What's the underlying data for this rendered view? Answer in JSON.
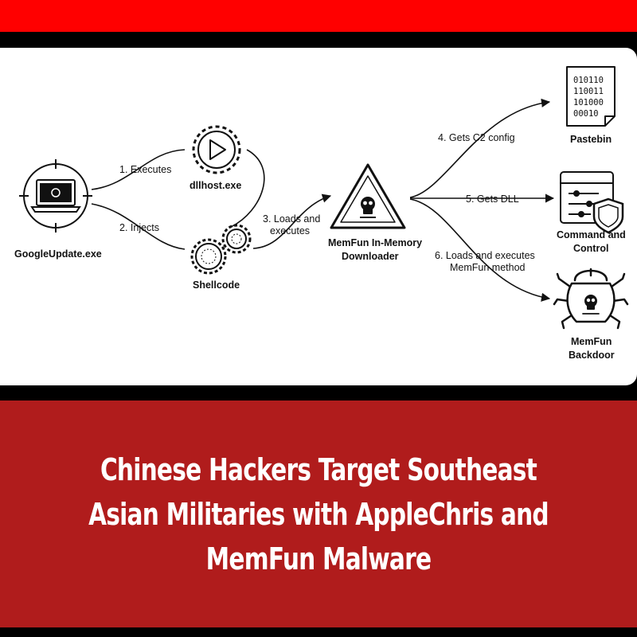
{
  "colors": {
    "top_bar": "#ff0000",
    "background": "#000000",
    "card": "#ffffff",
    "headline_panel": "#b01c1c",
    "headline_text": "#ffffff",
    "ink": "#111111"
  },
  "diagram": {
    "nodes": {
      "google_update": {
        "label": "GoogleUpdate.exe",
        "icon": "laptop-crosshair-icon"
      },
      "dllhost": {
        "label": "dllhost.exe",
        "icon": "gear-play-icon"
      },
      "shellcode": {
        "label": "Shellcode",
        "icon": "gears-icon"
      },
      "downloader": {
        "label_line1": "MemFun In-Memory",
        "label_line2": "Downloader",
        "icon": "warning-skull-icon"
      },
      "pastebin": {
        "label": "Pastebin",
        "icon": "binary-document-icon",
        "binary_lines": [
          "010110",
          "110011",
          "101000",
          "00010"
        ]
      },
      "c2": {
        "label_line1": "Command and",
        "label_line2": "Control",
        "icon": "control-panel-shield-icon"
      },
      "backdoor": {
        "label_line1": "MemFun",
        "label_line2": "Backdoor",
        "icon": "bug-skull-icon"
      }
    },
    "edges": {
      "executes": "1. Executes",
      "injects": "2. Injects",
      "loads_line1": "3. Loads and",
      "loads_line2": "executes",
      "c2_config": "4. Gets C2 config",
      "gets_dll": "5. Gets DLL",
      "memfun_line1": "6. Loads and executes",
      "memfun_line2": "MemFun method"
    }
  },
  "headline": {
    "text": "Chinese Hackers Target Southeast Asian Militaries with AppleChris and MemFun Malware"
  }
}
